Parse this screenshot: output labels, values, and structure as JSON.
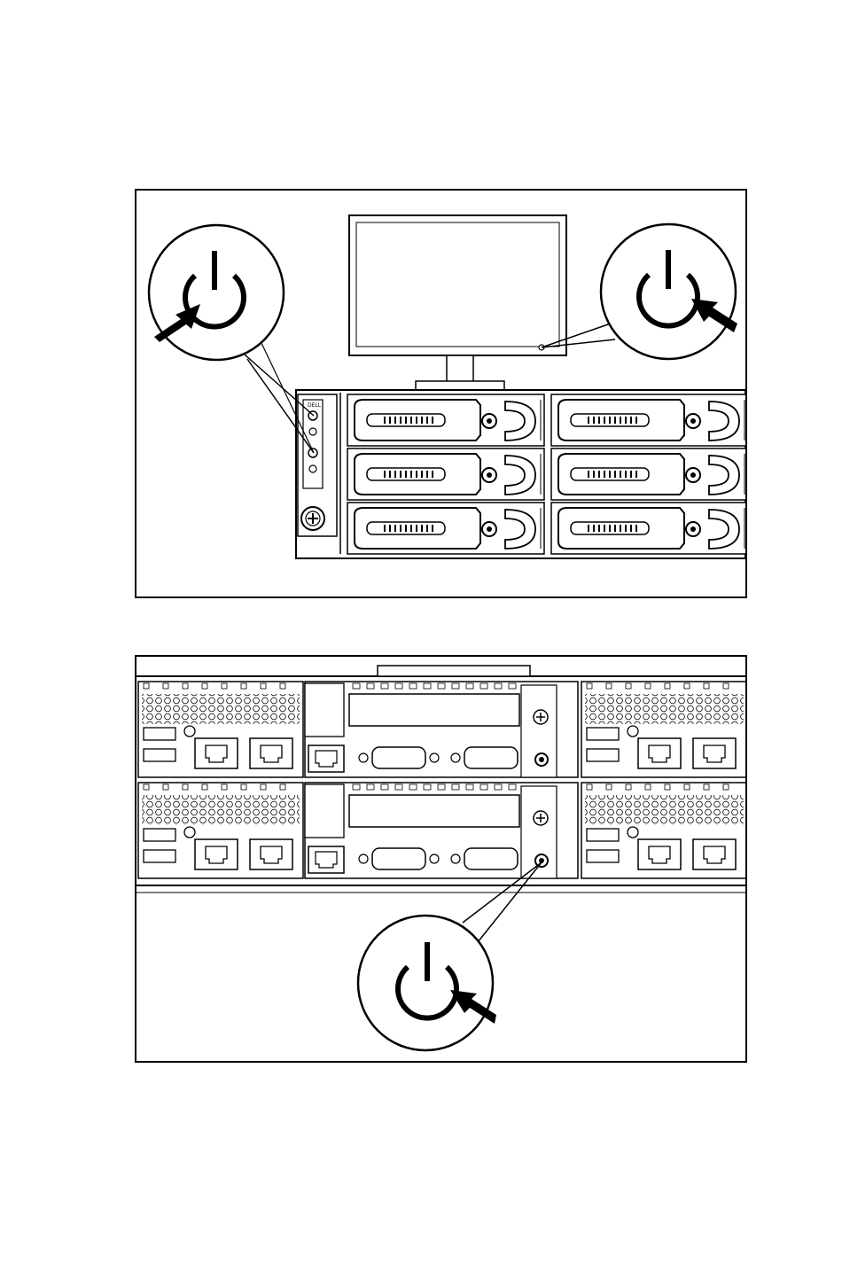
{
  "figure_top": {
    "front_panel_logo": "DELL",
    "callouts": [
      {
        "icon": "power-icon",
        "points_to": "server-front-power-button"
      },
      {
        "icon": "power-icon",
        "points_to": "monitor-power-button"
      }
    ],
    "drive_bays": {
      "rows": 3,
      "columns": 2
    }
  },
  "figure_bottom": {
    "callouts": [
      {
        "icon": "power-icon",
        "points_to": "node-power-button"
      }
    ],
    "nodes": 4
  },
  "colors": {
    "line": "#000000",
    "background": "#ffffff"
  }
}
